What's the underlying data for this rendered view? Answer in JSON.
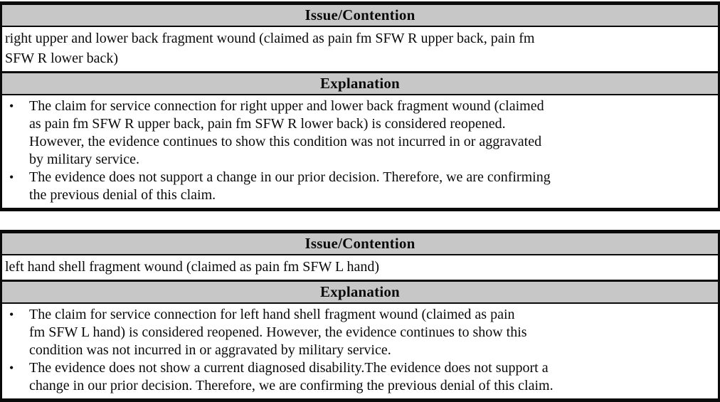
{
  "colors": {
    "header_background": "#c7c7c7",
    "border": "#0a0a0a",
    "text": "#0a0a0a",
    "page_background": "#ffffff"
  },
  "icons": {
    "bullet": "•"
  },
  "tables": [
    {
      "issue_header": "Issue/Contention",
      "issue_text": "right upper and lower back fragment wound (claimed as pain fm SFW R upper back, pain fm\nSFW R lower back)",
      "explanation_header": "Explanation",
      "bullets": [
        "The claim for service connection for right upper and lower back fragment wound (claimed\nas pain fm SFW R upper back, pain fm SFW R lower back) is considered reopened.\nHowever, the evidence continues to show this condition was not incurred in or aggravated\nby military service.",
        "The evidence does not support a change in our prior decision. Therefore, we are confirming\nthe previous denial of this claim."
      ]
    },
    {
      "issue_header": "Issue/Contention",
      "issue_text": "left hand shell fragment wound (claimed as pain fm SFW L hand)",
      "explanation_header": "Explanation",
      "bullets": [
        "The claim for service connection for left hand shell fragment wound (claimed as pain\nfm SFW L hand) is considered reopened. However, the evidence continues to show this\ncondition was not incurred in or aggravated by military service.",
        "The evidence does not show a current diagnosed disability.The evidence does not support a\nchange in our prior decision. Therefore, we are confirming the previous denial of this claim."
      ]
    }
  ]
}
